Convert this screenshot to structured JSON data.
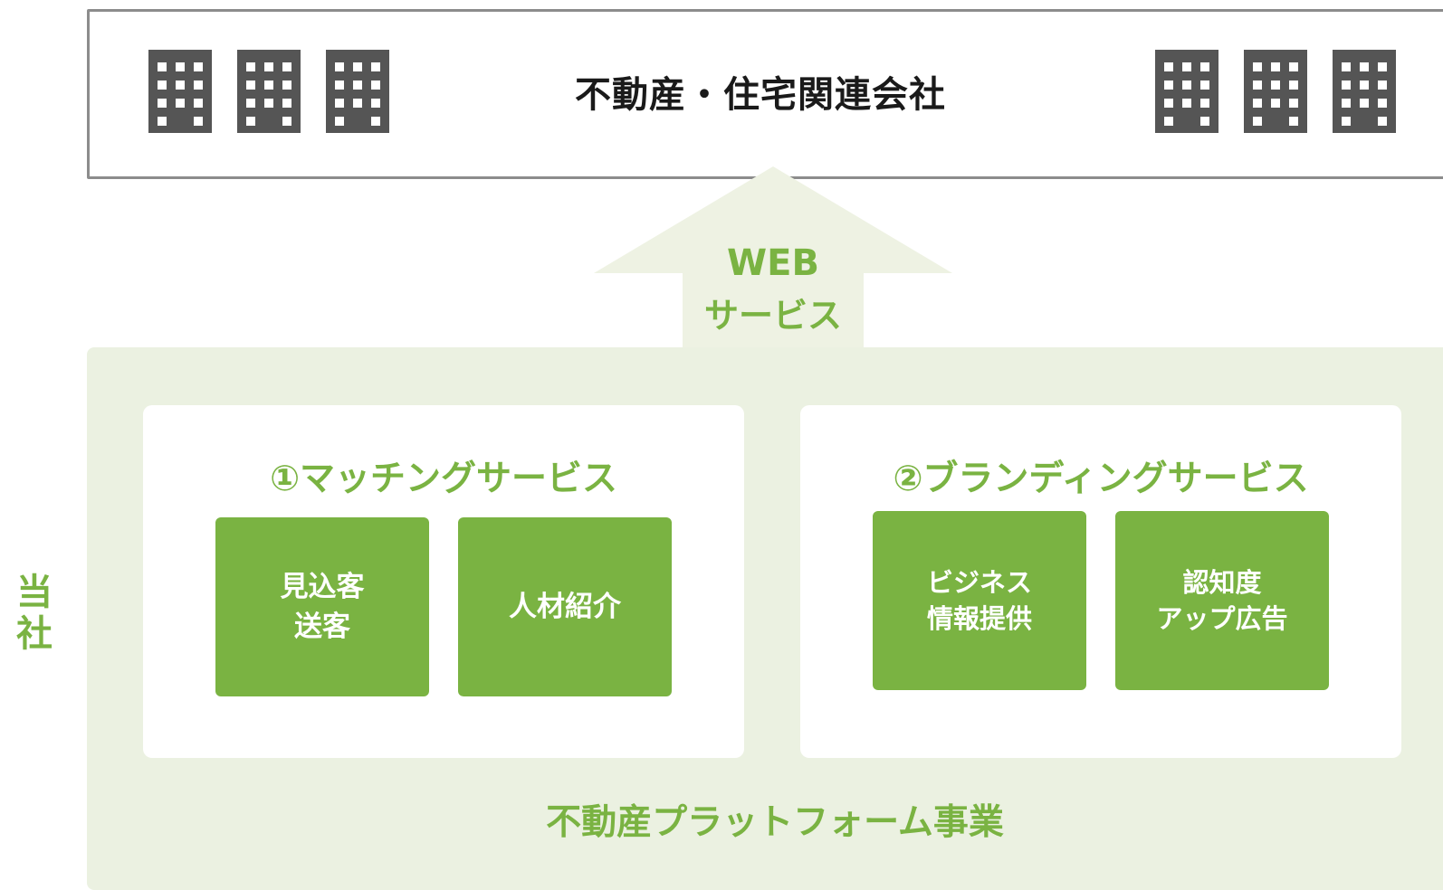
{
  "top": {
    "title": "不動産・住宅関連会社",
    "buildings": [
      "building-icon",
      "building-icon",
      "building-icon",
      "building-icon",
      "building-icon",
      "building-icon"
    ]
  },
  "arrow": {
    "line1": "WEB",
    "line2": "サービス"
  },
  "company": {
    "label": "当\n社",
    "matching": {
      "title": "①マッチングサービス",
      "cards": [
        "見込客\n送客",
        "人材紹介"
      ]
    },
    "branding": {
      "title": "②ブランディングサービス",
      "cards": [
        "ビジネス\n情報提供",
        "認知度\nアップ広告"
      ]
    },
    "bottom_label": "不動産プラットフォーム事業"
  },
  "colors": {
    "accent_green": "#7ab342",
    "light_green_bg": "#ebf1e1",
    "arrow_fill": "#eef2e3",
    "building_gray": "#555555",
    "border_gray": "#8c8c8c"
  }
}
